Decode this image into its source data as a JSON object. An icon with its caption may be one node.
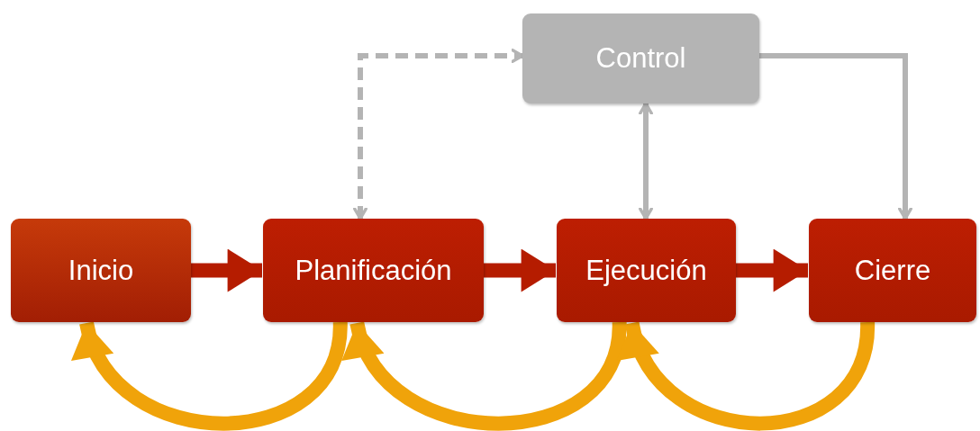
{
  "diagram": {
    "nodes": [
      {
        "text": [
          "Inicio"
        ]
      },
      {
        "text": [
          "Planificación"
        ]
      },
      {
        "text": [
          "Ejecución"
        ]
      },
      {
        "text": [
          "Cierre"
        ]
      },
      {
        "text": [
          "Control"
        ]
      }
    ],
    "edges": [
      {
        "from": 0,
        "to": 1,
        "arrow": "to",
        "color": "#b51c00"
      },
      {
        "from": 1,
        "to": 2,
        "arrow": "to",
        "color": "#b51c00"
      },
      {
        "from": 2,
        "to": 3,
        "arrow": "to",
        "color": "#b51c00"
      },
      {
        "from": 1,
        "to": 4,
        "arrow": "both",
        "style": "dashed",
        "color": "#b4b4b4"
      },
      {
        "from": 2,
        "to": 4,
        "arrow": "both",
        "color": "#b4b4b4"
      },
      {
        "from": 4,
        "to": 3,
        "arrow": "to",
        "color": "#b4b4b4"
      },
      {
        "from": 1,
        "to": 0,
        "arrow": "to",
        "color": "#f0a30a"
      },
      {
        "from": 2,
        "to": 1,
        "arrow": "to",
        "color": "#f0a30a"
      },
      {
        "from": 3,
        "to": 2,
        "arrow": "to",
        "color": "#f0a30a"
      }
    ]
  }
}
